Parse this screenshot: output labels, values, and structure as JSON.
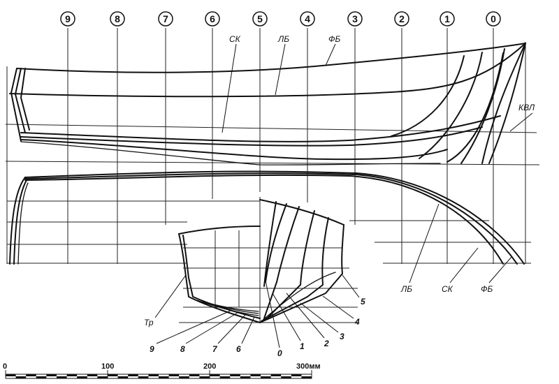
{
  "stations": [
    "9",
    "8",
    "7",
    "6",
    "5",
    "4",
    "3",
    "2",
    "1",
    "0"
  ],
  "lines_labels": {
    "sk": "СК",
    "lb": "ЛБ",
    "fb": "ФБ",
    "kvl": "КВЛ"
  },
  "body_plan_labels": {
    "transom": "Тр",
    "aft": [
      "9",
      "8",
      "7",
      "6"
    ],
    "fore": [
      "0",
      "1",
      "2",
      "3",
      "4",
      "5"
    ]
  },
  "scale": {
    "ticks": [
      "0",
      "100",
      "200",
      "300мм"
    ]
  },
  "colors": {
    "ink": "#111111",
    "background": "#ffffff"
  }
}
